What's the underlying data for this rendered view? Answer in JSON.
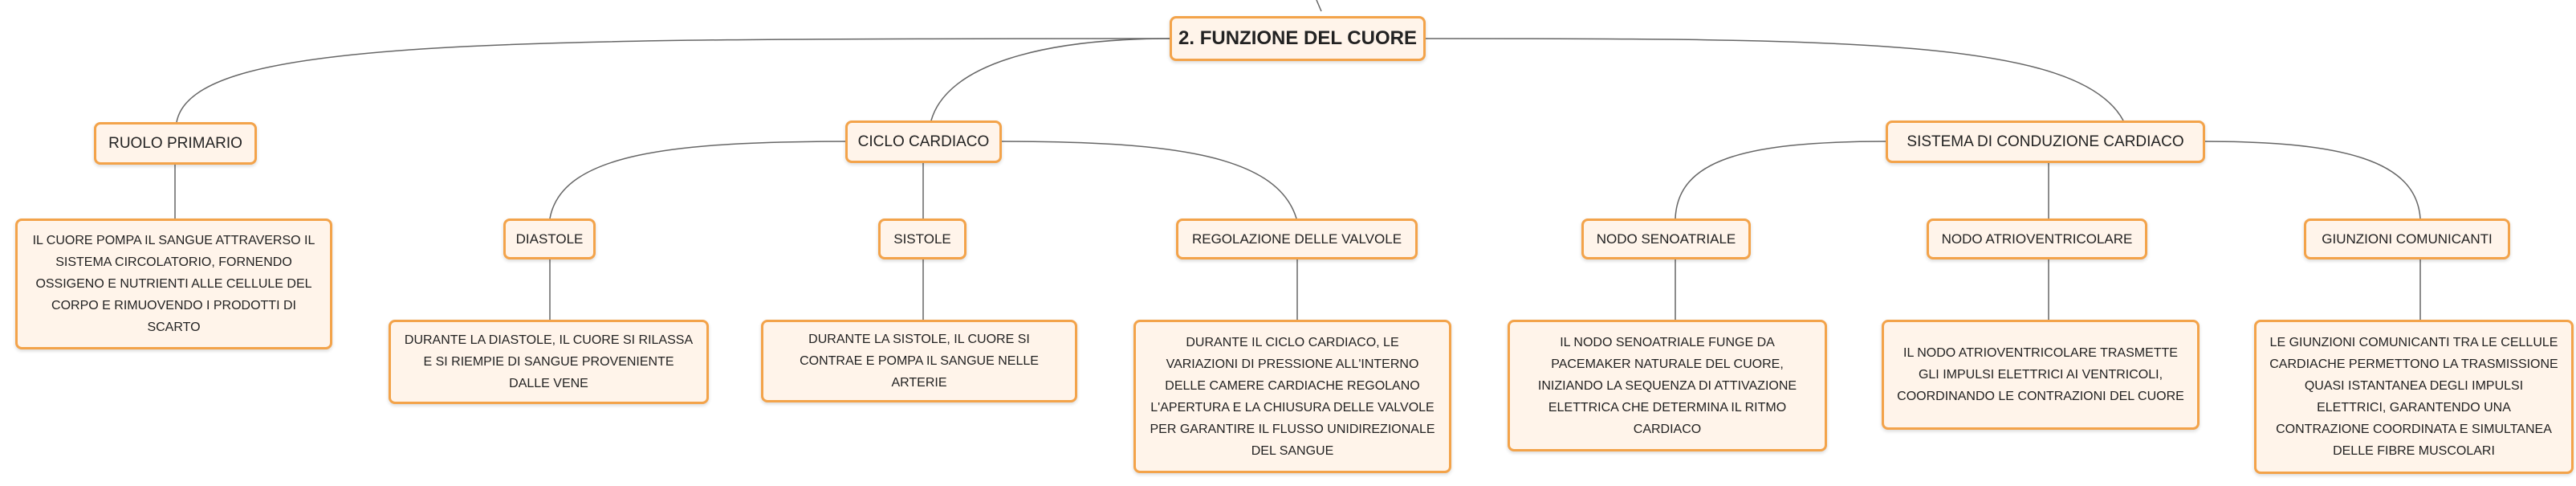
{
  "diagram": {
    "root": {
      "label": "2. FUNZIONE DEL CUORE"
    },
    "categories": [
      {
        "label": "RUOLO PRIMARIO"
      },
      {
        "label": "CICLO CARDIACO"
      },
      {
        "label": "SISTEMA DI CONDUZIONE CARDIACO"
      }
    ],
    "subtopics": [
      {
        "label": "DIASTOLE"
      },
      {
        "label": "SISTOLE"
      },
      {
        "label": "REGOLAZIONE DELLE VALVOLE"
      },
      {
        "label": "NODO SENOATRIALE"
      },
      {
        "label": "NODO ATRIOVENTRICOLARE"
      },
      {
        "label": "GIUNZIONI COMUNICANTI"
      }
    ],
    "descriptions": [
      {
        "text": "IL CUORE POMPA IL SANGUE ATTRAVERSO IL SISTEMA CIRCOLATORIO, FORNENDO OSSIGENO E NUTRIENTI ALLE CELLULE DEL CORPO E RIMUOVENDO I PRODOTTI DI SCARTO"
      },
      {
        "text": "DURANTE LA DIASTOLE, IL CUORE SI RILASSA E SI RIEMPIE DI SANGUE PROVENIENTE DALLE VENE"
      },
      {
        "text": "DURANTE LA SISTOLE, IL CUORE SI CONTRAE E POMPA IL SANGUE NELLE ARTERIE"
      },
      {
        "text": "DURANTE IL CICLO CARDIACO, LE VARIAZIONI DI PRESSIONE ALL'INTERNO DELLE CAMERE CARDIACHE REGOLANO L'APERTURA E LA CHIUSURA DELLE VALVOLE PER GARANTIRE IL FLUSSO UNIDIREZIONALE DEL SANGUE"
      },
      {
        "text": "IL NODO SENOATRIALE FUNGE DA PACEMAKER NATURALE DEL CUORE, INIZIANDO LA SEQUENZA DI ATTIVAZIONE ELETTRICA CHE DETERMINA IL RITMO CARDIACO"
      },
      {
        "text": "IL NODO ATRIOVENTRICOLARE TRASMETTE GLI IMPULSI ELETTRICI AI VENTRICOLI, COORDINANDO LE CONTRAZIONI DEL CUORE"
      },
      {
        "text": "LE GIUNZIONI COMUNICANTI TRA LE CELLULE CARDIACHE PERMETTONO LA TRASMISSIONE QUASI ISTANTANEA DEGLI IMPULSI ELETTRICI, GARANTENDO UNA CONTRAZIONE COORDINATA E SIMULTANEA DELLE FIBRE MUSCOLARI"
      }
    ]
  }
}
